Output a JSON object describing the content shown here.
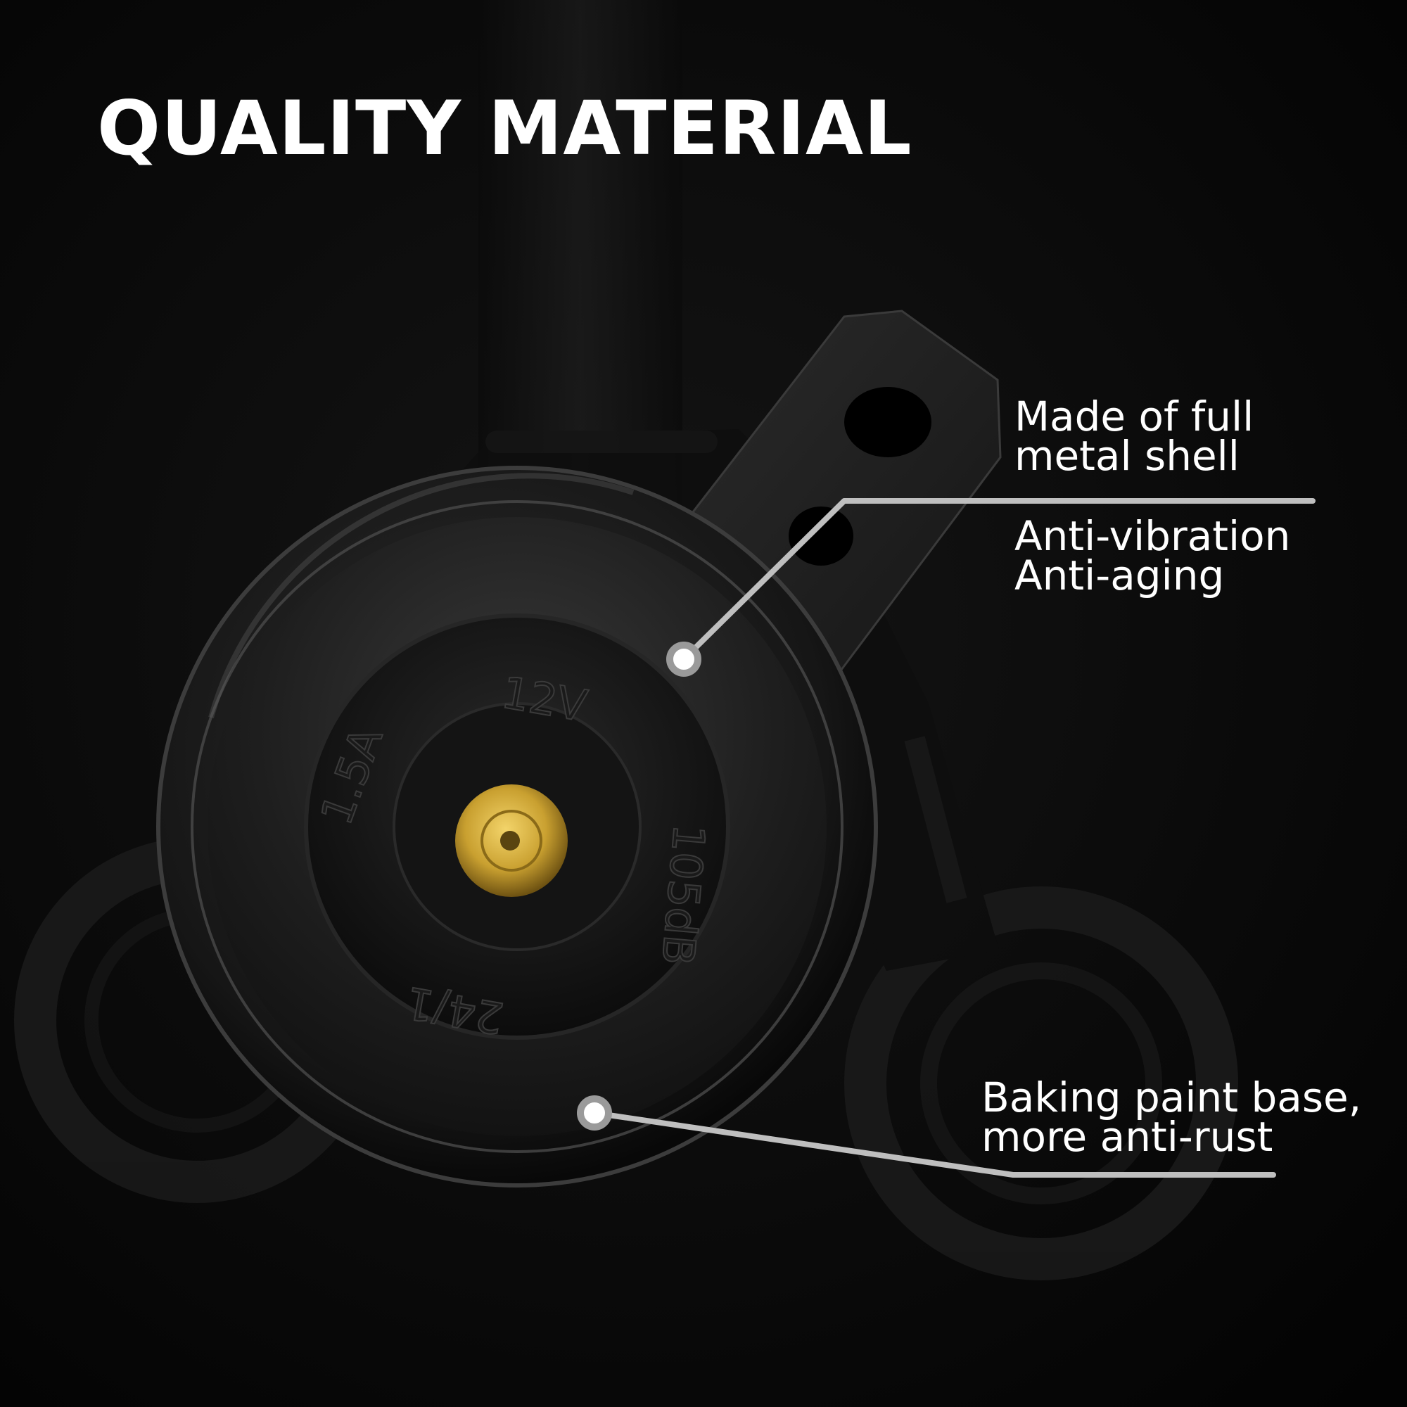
{
  "headline": "QUALITY MATERIAL",
  "horn_markings": {
    "voltage": "12V",
    "current": "1.5A",
    "decibels": "105dB",
    "code": "24/1"
  },
  "callouts": [
    {
      "line1": "Made of full",
      "line2": "metal shell"
    },
    {
      "line1": "Anti-vibration",
      "line2": "Anti-aging"
    },
    {
      "line1": "Baking paint base,",
      "line2": "more anti-rust"
    }
  ],
  "colors": {
    "background": "#050505",
    "text": "#ffffff",
    "callout_line": "#bfbfbf",
    "terminal_brass": "#c9a030"
  }
}
